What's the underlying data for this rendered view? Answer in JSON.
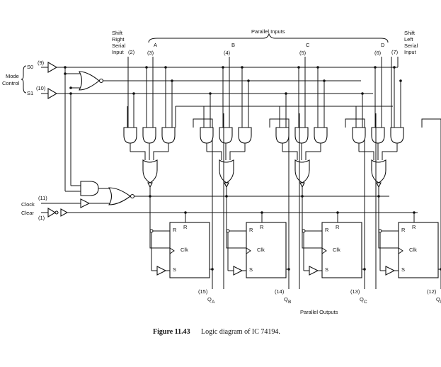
{
  "caption": {
    "number": "Figure 11.43",
    "text": "Logic diagram of IC 74194."
  },
  "labels": {
    "mode_control_1": "Mode",
    "mode_control_2": "Control",
    "s0": "S0",
    "s1": "S1",
    "pin_s0": "(9)",
    "pin_s1": "(10)",
    "clock": "Clock",
    "pin_clock": "(11)",
    "clear": "Clear",
    "pin_clear": "(1)",
    "shift_right_1": "Shift",
    "shift_right_2": "Right",
    "shift_right_3": "Serial",
    "shift_right_4": "Input",
    "pin_sr": "(2)",
    "shift_left_1": "Shift",
    "shift_left_2": "Left",
    "shift_left_3": "Serial",
    "shift_left_4": "Input",
    "pin_sl": "(7)",
    "parallel_inputs": "Parallel Inputs",
    "parallel_outputs": "Parallel Outputs"
  },
  "inputs": [
    {
      "name": "A",
      "pin": "(3)"
    },
    {
      "name": "B",
      "pin": "(4)"
    },
    {
      "name": "C",
      "pin": "(5)"
    },
    {
      "name": "D",
      "pin": "(6)"
    }
  ],
  "outputs": [
    {
      "name": "Q",
      "sub": "A",
      "pin": "(15)"
    },
    {
      "name": "Q",
      "sub": "B",
      "pin": "(14)"
    },
    {
      "name": "Q",
      "sub": "C",
      "pin": "(13)"
    },
    {
      "name": "Q",
      "sub": "D",
      "pin": "(12)"
    }
  ],
  "flipflop_pins": {
    "r": "R",
    "clk": "Clk",
    "s": "S"
  }
}
